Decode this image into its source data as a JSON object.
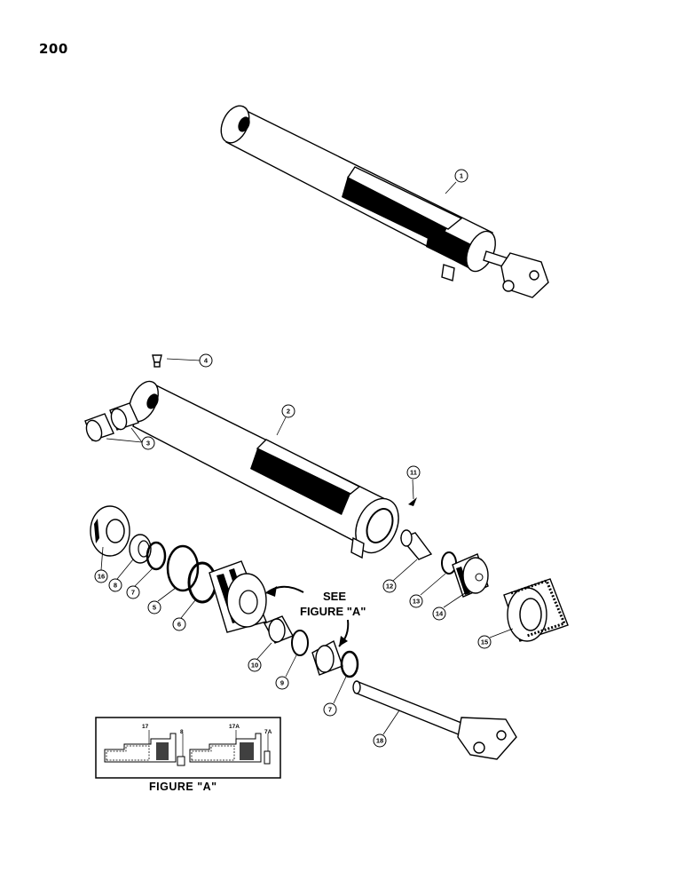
{
  "page_number": "200",
  "see_note": {
    "line1": "SEE",
    "line2": "FIGURE \"A\""
  },
  "figure_a": {
    "title": "FIGURE \"A\"",
    "labels": [
      "17",
      "8",
      "17A",
      "7A"
    ]
  },
  "callouts": [
    "1",
    "2",
    "3",
    "4",
    "5",
    "6",
    "7",
    "8",
    "9",
    "10",
    "11",
    "12",
    "13",
    "14",
    "15",
    "16",
    "7",
    "18"
  ]
}
